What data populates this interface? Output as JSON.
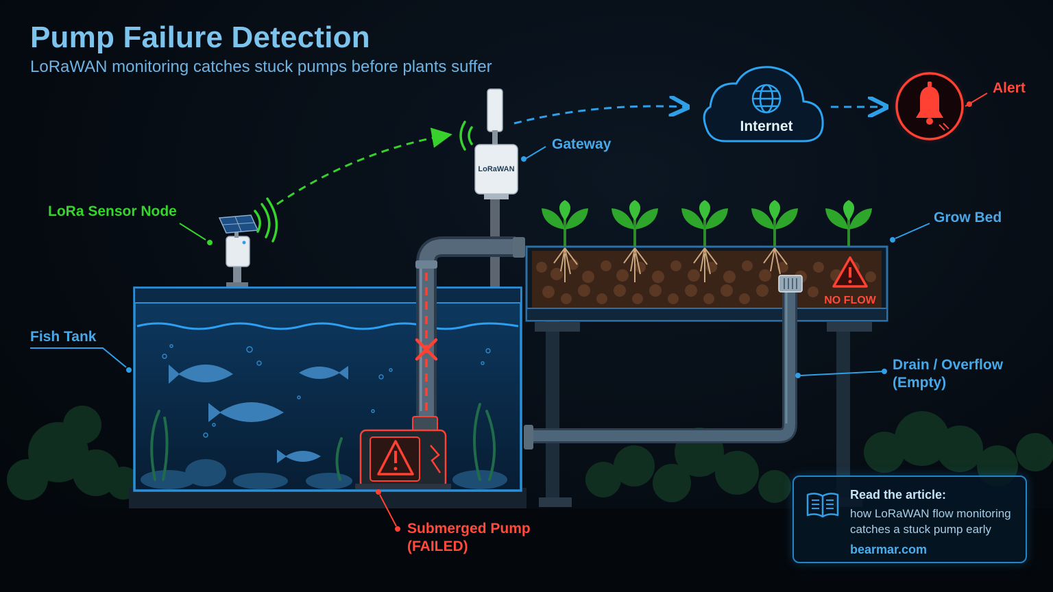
{
  "header": {
    "title": "Pump Failure Detection",
    "subtitle": "LoRaWAN monitoring catches stuck pumps before plants suffer"
  },
  "labels": {
    "sensor_node": "LoRa Sensor Node",
    "gateway": "Gateway",
    "internet": "Internet",
    "alert": "Alert",
    "grow_bed": "Grow Bed",
    "fish_tank": "Fish Tank",
    "drain_line1": "Drain / Overflow",
    "drain_line2": "(Empty)",
    "pump_line1": "Submerged Pump",
    "pump_line2": "(FAILED)",
    "no_flow": "NO FLOW",
    "gateway_badge": "LoRaWAN"
  },
  "article": {
    "heading": "Read the article:",
    "line1": "how LoRaWAN flow monitoring",
    "line2": "catches a stuck pump early",
    "link": "bearmar.com"
  },
  "colors": {
    "blue": "#48a8e8",
    "green": "#36d42c",
    "red": "#ff4a3c",
    "title": "#7cc4ee"
  },
  "icons": [
    "solar-panel-icon",
    "signal-waves-icon",
    "globe-icon",
    "bell-icon",
    "warning-icon",
    "book-icon",
    "cross-icon",
    "fish-icon",
    "plant-icon"
  ]
}
